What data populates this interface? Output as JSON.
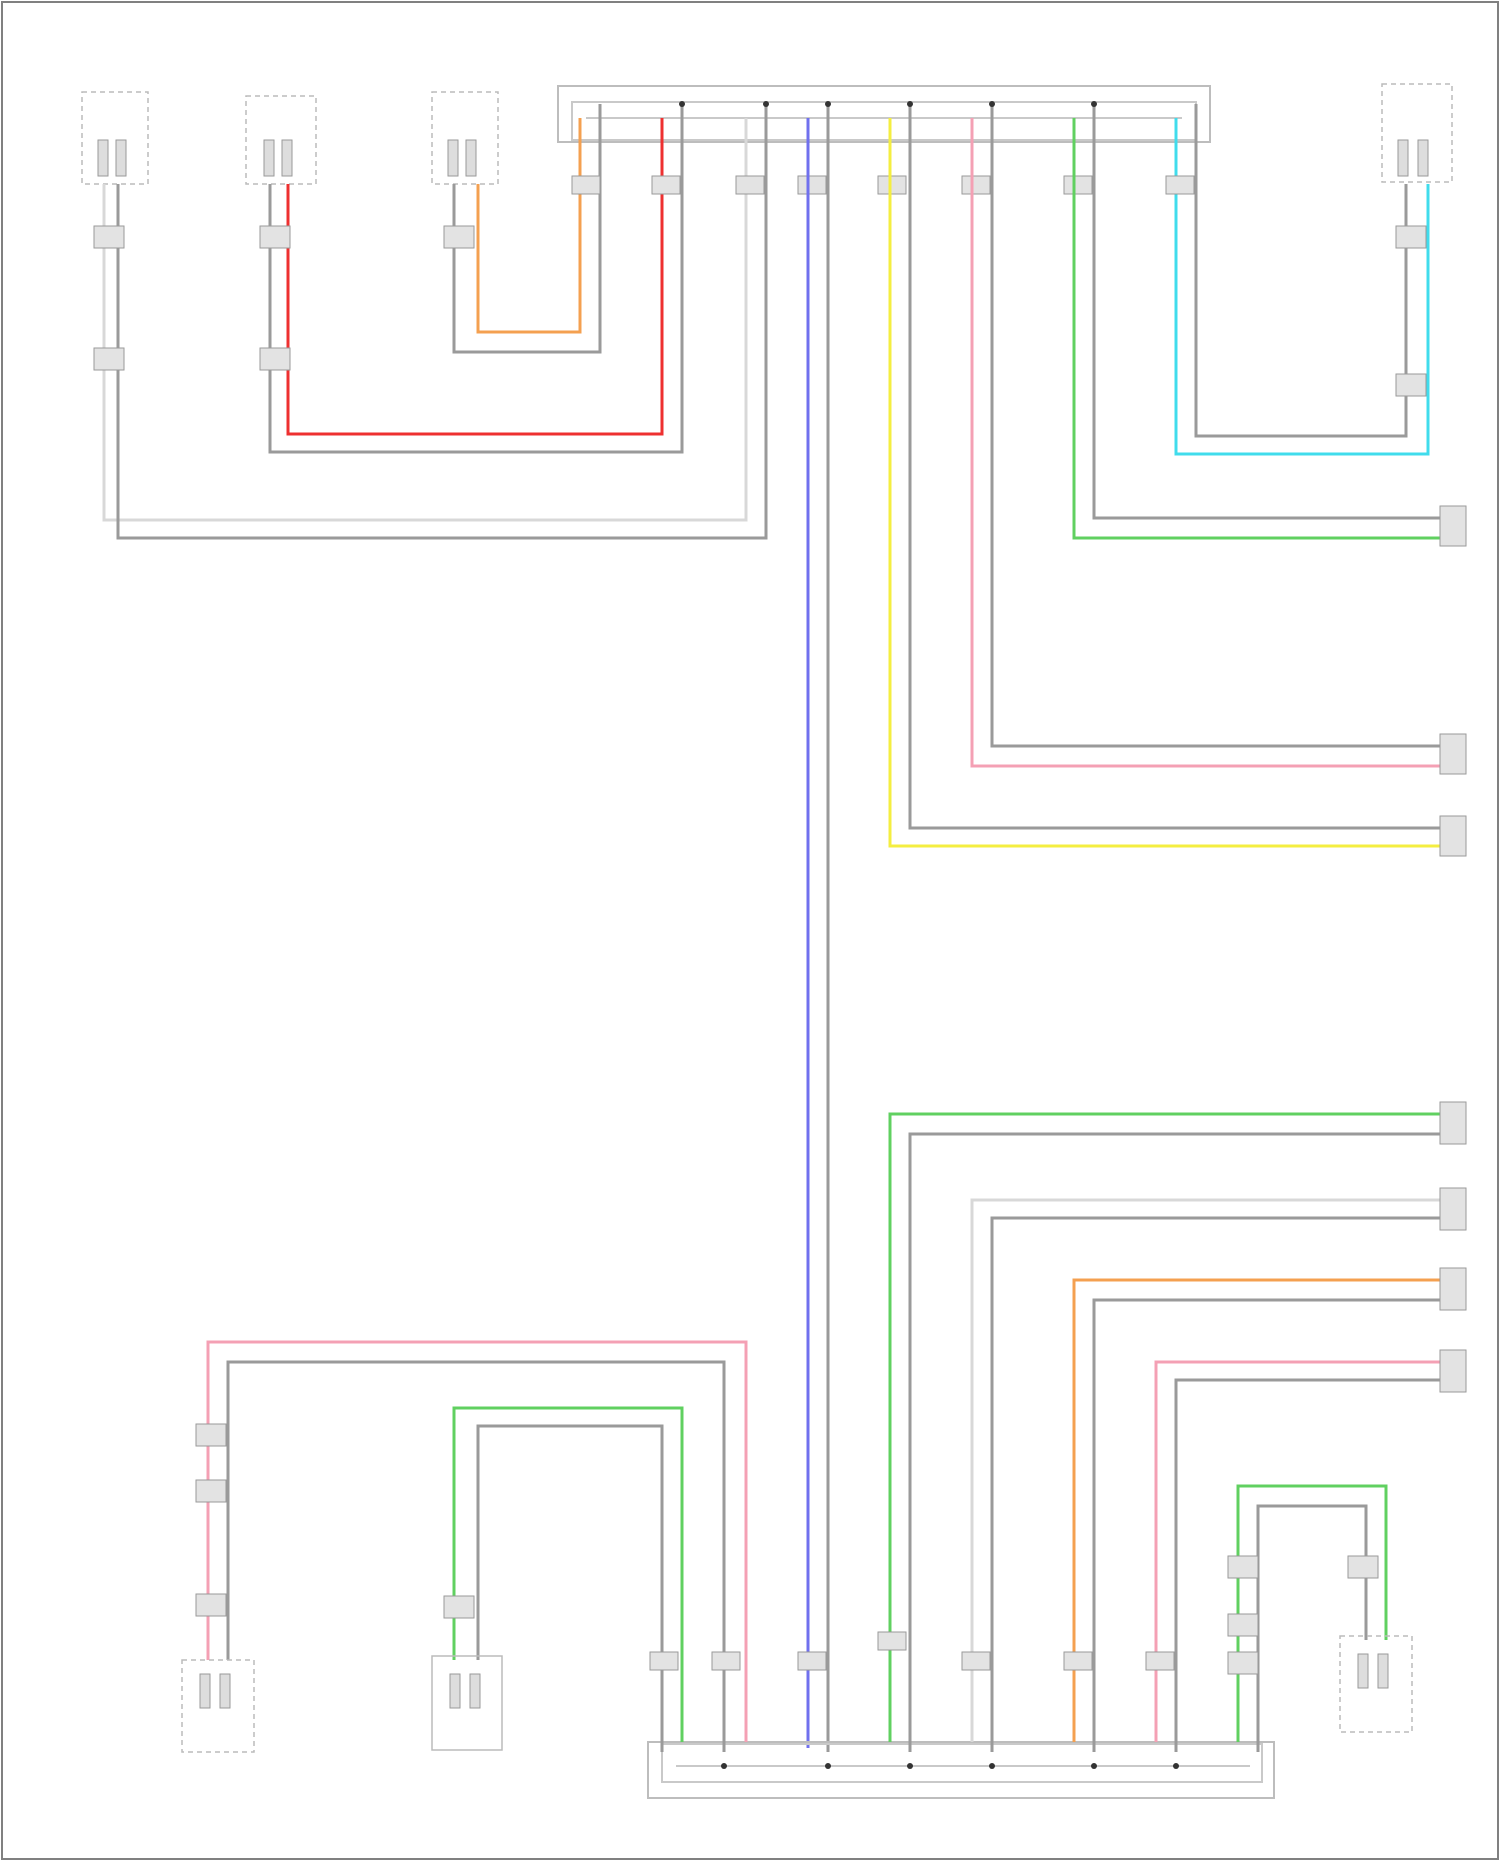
{
  "diagram": {
    "type": "wiring-diagram",
    "background": "#ffffff",
    "frame_color": "#808080",
    "footer_code": "",
    "wire_colors": {
      "gray": "#9a9a9a",
      "white": "#d8d8d8",
      "red": "#ee3030",
      "orange": "#f4a050",
      "blue": "#7070ee",
      "yellow": "#f4ee40",
      "pink": "#f4a0b4",
      "green": "#60d060",
      "cyan": "#40dcec"
    },
    "components": [
      {
        "id": "comp-top-left-1",
        "label": ""
      },
      {
        "id": "comp-top-left-2",
        "label": ""
      },
      {
        "id": "comp-top-left-3",
        "label": ""
      },
      {
        "id": "comp-top-center-bus",
        "label": ""
      },
      {
        "id": "comp-top-right",
        "label": ""
      },
      {
        "id": "comp-bottom-left-1",
        "label": ""
      },
      {
        "id": "comp-bottom-left-2",
        "label": ""
      },
      {
        "id": "comp-bottom-center-bus",
        "label": ""
      },
      {
        "id": "comp-bottom-right",
        "label": ""
      }
    ],
    "right_edge_connectors": [
      {
        "id": "conn-r1",
        "label": ""
      },
      {
        "id": "conn-r2",
        "label": ""
      },
      {
        "id": "conn-r3",
        "label": ""
      },
      {
        "id": "conn-r4",
        "label": ""
      },
      {
        "id": "conn-r5",
        "label": ""
      },
      {
        "id": "conn-r6",
        "label": ""
      },
      {
        "id": "conn-r7",
        "label": ""
      }
    ]
  }
}
